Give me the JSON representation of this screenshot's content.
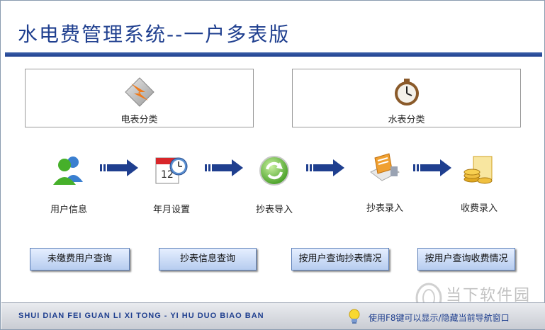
{
  "header": {
    "title": "水电费管理系统--一户多表版"
  },
  "categories": [
    {
      "label": "电表分类",
      "icon": "electric-meter-icon"
    },
    {
      "label": "水表分类",
      "icon": "water-clock-icon"
    }
  ],
  "workflow": [
    {
      "label": "用户信息",
      "icon": "users-icon"
    },
    {
      "label": "年月设置",
      "icon": "calendar-clock-icon"
    },
    {
      "label": "抄表导入",
      "icon": "refresh-import-icon"
    },
    {
      "label": "抄表录入",
      "icon": "meter-entry-icon"
    },
    {
      "label": "收费录入",
      "icon": "coins-icon"
    }
  ],
  "queries": [
    {
      "label": "未缴费用户查询"
    },
    {
      "label": "抄表信息查询"
    },
    {
      "label": "按用户查询抄表情况"
    },
    {
      "label": "按用户查询收费情况"
    }
  ],
  "footer": {
    "pinyin": "SHUI DIAN FEI GUAN LI XI TONG - YI HU DUO BIAO BAN",
    "tip": "使用F8键可以显示/隐藏当前导航窗口"
  },
  "watermark": {
    "text": "当下软件园",
    "url": "www.downxia.com"
  },
  "colors": {
    "title_blue": "#1f3f8f",
    "arrow_navy": "#1f3f8f",
    "button_border": "#5c7fb8"
  }
}
